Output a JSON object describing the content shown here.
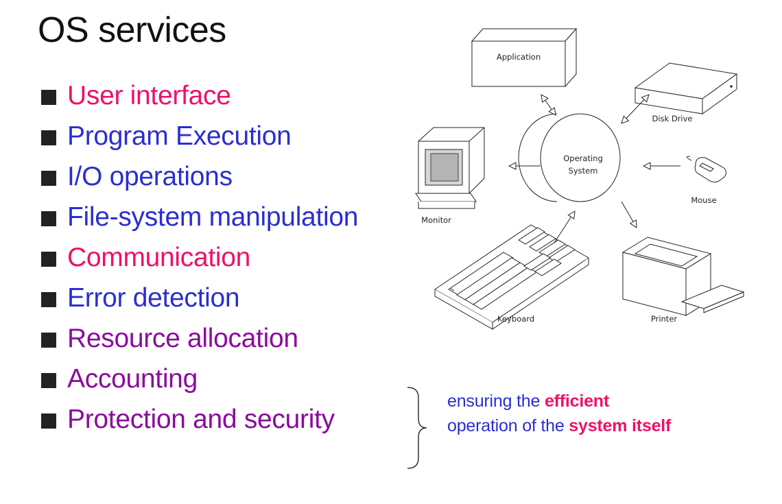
{
  "slide": {
    "title": "OS services",
    "bullets": [
      {
        "text": "User interface",
        "color": "#ee1166"
      },
      {
        "text": "Program Execution",
        "color": "#2a2ed0"
      },
      {
        "text": "I/O operations",
        "color": "#2a2ed0"
      },
      {
        "text": "File-system manipulation",
        "color": "#2a2ed0"
      },
      {
        "text": "Communication",
        "color": "#ee1166"
      },
      {
        "text": "Error detection",
        "color": "#2a2ed0"
      },
      {
        "text": "Resource allocation",
        "color": "#8b0a9e"
      },
      {
        "text": "Accounting",
        "color": "#8b0a9e"
      },
      {
        "text": "Protection and security",
        "color": "#8b0a9e"
      }
    ],
    "note": {
      "prefix": "ensuring the ",
      "emphasis1": "efficient",
      "middle": "operation of the ",
      "emphasis2": "system itself"
    }
  },
  "diagram": {
    "center": [
      "Operating",
      "System"
    ],
    "application": "Application",
    "disk_drive": "Disk Drive",
    "monitor": "Monitor",
    "mouse": "Mouse",
    "keyboard": "Keyboard",
    "printer": "Printer"
  }
}
